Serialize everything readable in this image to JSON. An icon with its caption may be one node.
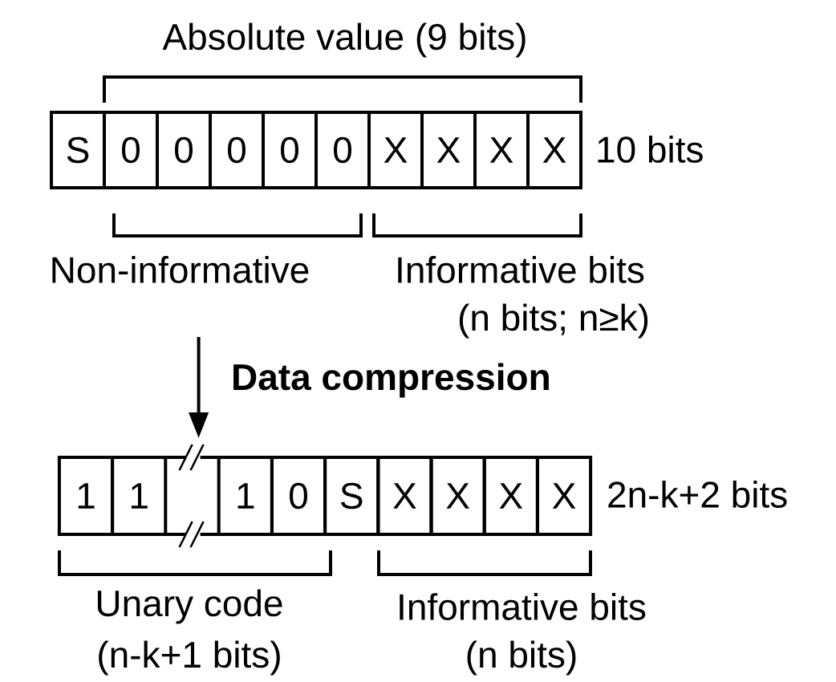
{
  "diagram": {
    "nodes": [
      {
        "text": [
          "S"
        ]
      },
      {
        "text": [
          "0"
        ]
      },
      {
        "text": [
          "0"
        ]
      },
      {
        "text": [
          "0"
        ]
      },
      {
        "text": [
          "0"
        ]
      },
      {
        "text": [
          "0"
        ]
      },
      {
        "text": [
          "X"
        ]
      },
      {
        "text": [
          "X"
        ]
      },
      {
        "text": [
          "X"
        ]
      },
      {
        "text": [
          "X"
        ]
      },
      {
        "text": [
          "1"
        ]
      },
      {
        "text": [
          "1"
        ]
      },
      {
        "text": [],
        "shape": "box"
      },
      {
        "text": [
          "1"
        ]
      },
      {
        "text": [
          "0"
        ]
      },
      {
        "text": [
          "S"
        ]
      },
      {
        "text": [
          "X"
        ]
      },
      {
        "text": [
          "X"
        ]
      },
      {
        "text": [
          "X"
        ]
      },
      {
        "text": [
          "X"
        ]
      }
    ],
    "edges": [
      {
        "from": null,
        "to": 12,
        "arrow": "to",
        "label": "Data compression"
      }
    ],
    "labels": [
      "Absolute value (9 bits)",
      "10 bits",
      "Non-informative",
      "Informative bits",
      "(n bits; n≥k)",
      "2n-k+2 bits",
      "Unary code",
      "(n-k+1 bits)",
      "Informative bits",
      "(n bits)"
    ]
  }
}
